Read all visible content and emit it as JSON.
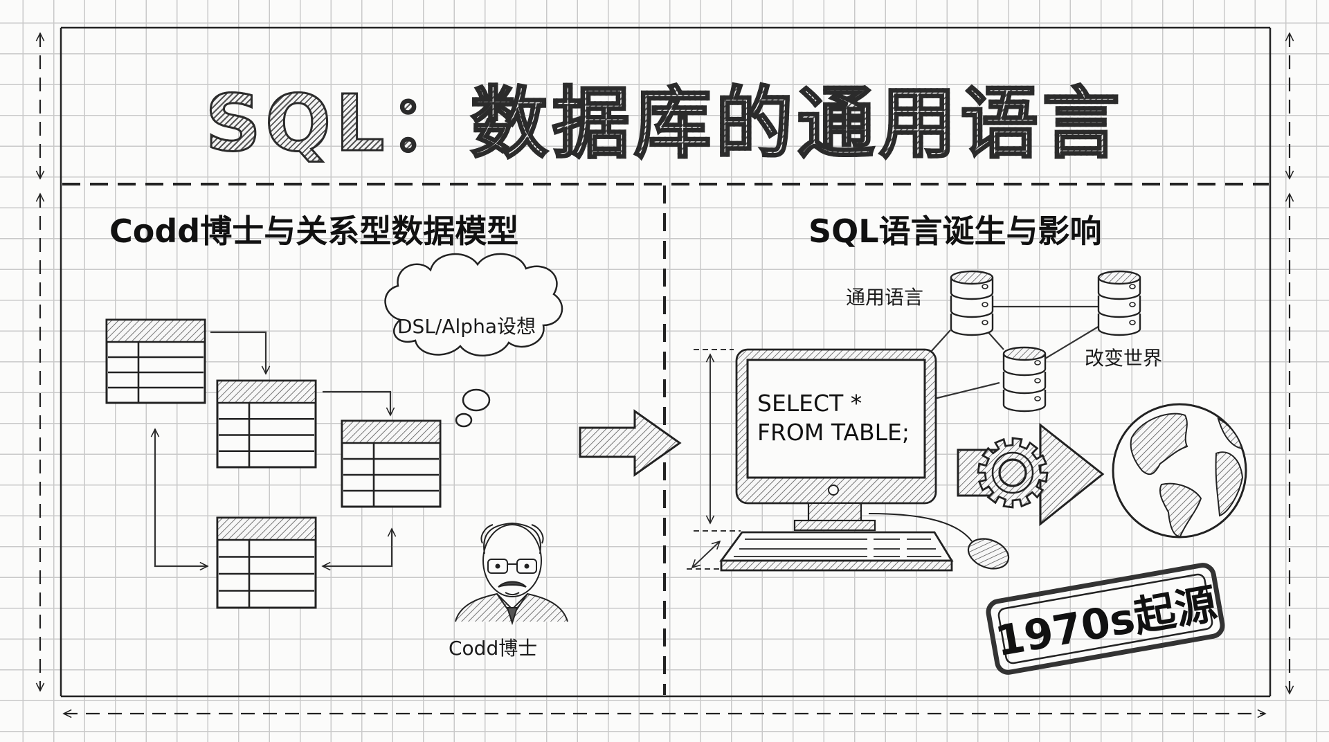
{
  "title": "SQL：数据库的通用语言",
  "left_panel": {
    "heading": "Codd博士与关系型数据模型",
    "thought_bubble": "DSL/Alpha设想",
    "portrait_caption": "Codd博士",
    "tables_count": 4
  },
  "right_panel": {
    "heading": "SQL语言诞生与影响",
    "screen_code": [
      "SELECT *",
      "FROM TABLE;"
    ],
    "db_label_universal": "通用语言",
    "db_label_change": "改变世界",
    "stamp": "1970s起源"
  },
  "colors": {
    "ink": "#1a1a1a",
    "grid": "#c9c9c9",
    "paper": "#fbfbfa",
    "hatch": "#555555"
  }
}
